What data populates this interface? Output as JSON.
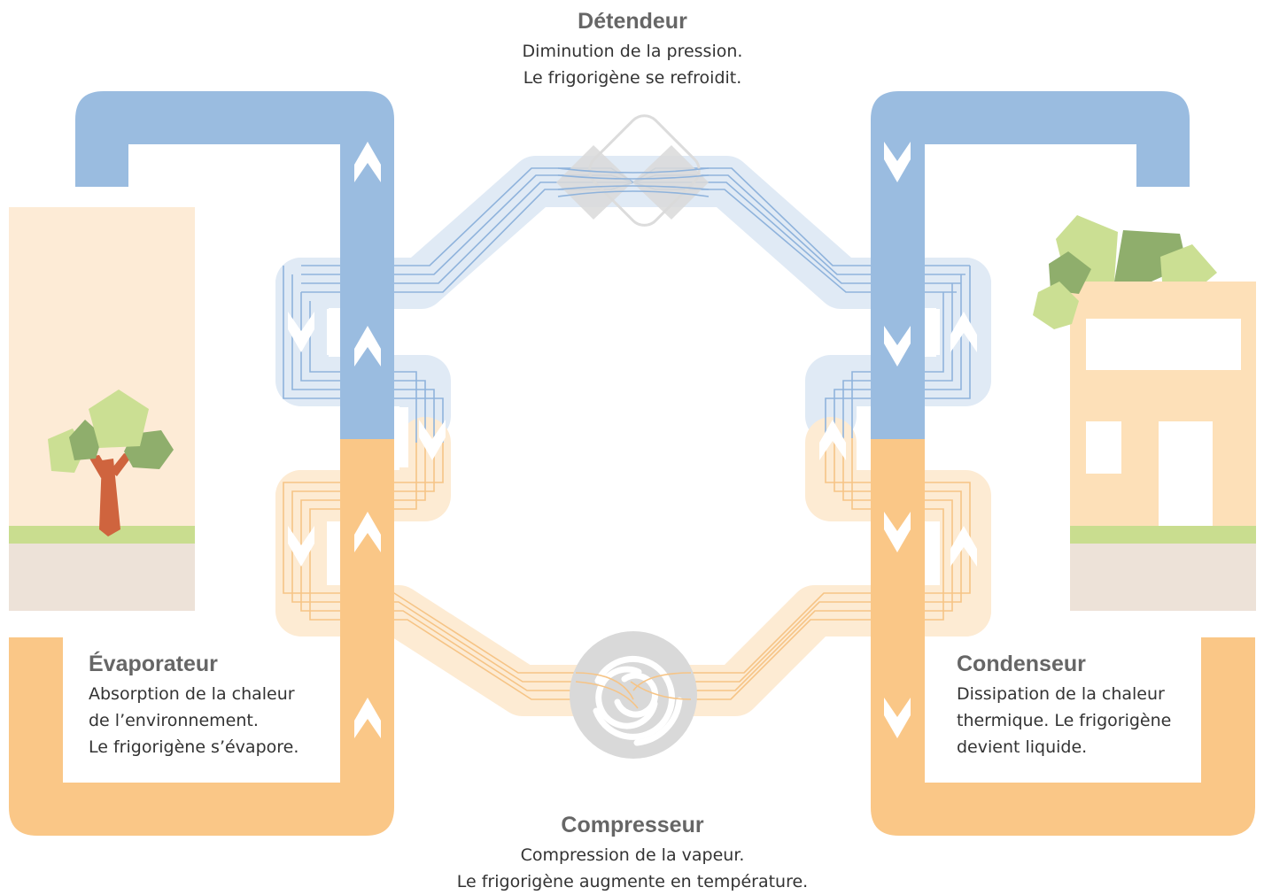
{
  "colors": {
    "cold": "#9abce0",
    "cold_light": "#e0eaf5",
    "cold_line": "#8fb3dc",
    "warm": "#fac787",
    "warm_light": "#fdebd3",
    "warm_line": "#f6c486",
    "device_grey": "#d9d9d9",
    "ground": "#ede2d8",
    "grass": "#c9dd8f",
    "bg_left": "#fdebd6",
    "house": "#fde0b8",
    "leaf_light": "#cbdf93",
    "leaf_dark": "#8fae6c",
    "trunk": "#cf643e",
    "heading": "#666666",
    "text": "#333333"
  },
  "detendeur": {
    "title": "Détendeur",
    "lines": [
      "Diminution de la pression.",
      "Le frigorigène se refroidit."
    ]
  },
  "evaporateur": {
    "title": "Évaporateur",
    "lines": [
      "Absorption de la chaleur",
      "de l’environnement.",
      "Le frigorigène s’évapore."
    ]
  },
  "condenseur": {
    "title": "Condenseur",
    "lines": [
      "Dissipation de la chaleur",
      "thermique. Le frigorigène",
      "devient liquide."
    ]
  },
  "compresseur": {
    "title": "Compresseur",
    "lines": [
      "Compression de la vapeur.",
      "Le frigorigène augmente en température."
    ]
  },
  "icons": {
    "expansion_valve": "expansion-valve-icon",
    "compressor": "compressor-spiral-icon",
    "tree": "tree-icon",
    "house": "house-icon",
    "flow_arrow": "chevron-arrow-icon"
  }
}
